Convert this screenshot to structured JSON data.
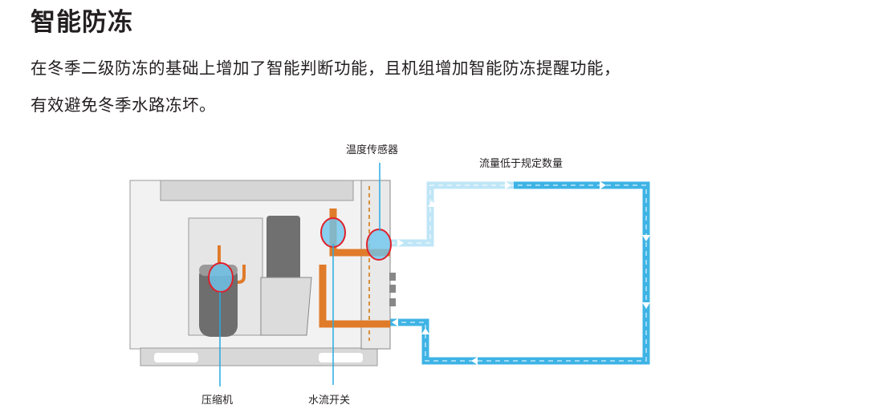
{
  "heading": "智能防冻",
  "description": {
    "line1": "在冬季二级防冻的基础上增加了智能判断功能，且机组增加智能防冻提醒功能，",
    "line2": "有效避免冬季水路冻坏。"
  },
  "diagram": {
    "labels": {
      "temperature_sensor": "温度传感器",
      "flow_below": "流量低于规定数量",
      "compressor": "压缩机",
      "water_flow_switch": "水流开关"
    },
    "colors": {
      "pipe_loop": "#29abe2",
      "copper": "#e07b2a",
      "highlight": "#e0202a",
      "callout_line": "#29abe2"
    }
  }
}
